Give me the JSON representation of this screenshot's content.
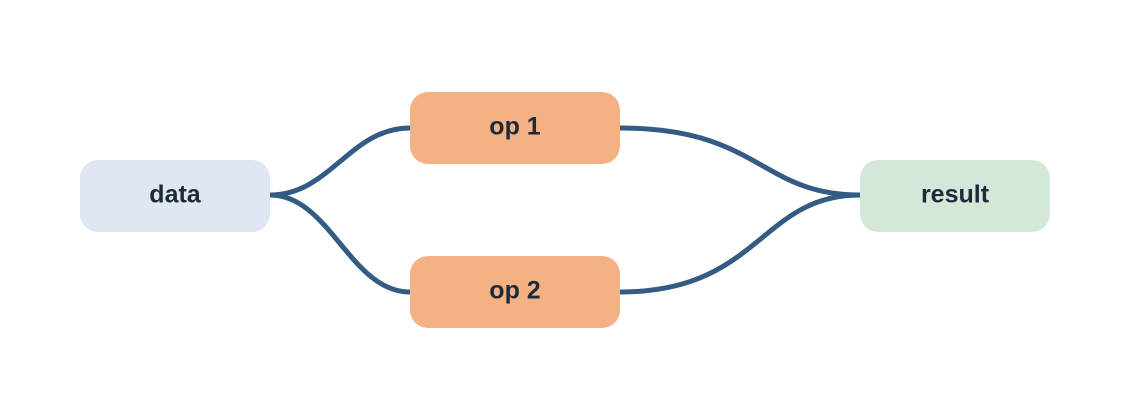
{
  "diagram": {
    "edge_color": "#335B84",
    "label_color": "#1E2A38",
    "nodes": {
      "data": {
        "label": "data",
        "color": "#DFE8F2"
      },
      "op1": {
        "label": "op 1",
        "color": "#F4B183"
      },
      "op2": {
        "label": "op 2",
        "color": "#F4B183"
      },
      "result": {
        "label": "result",
        "color": "#D3E8D9"
      }
    },
    "edges": [
      {
        "from": "data",
        "to": "op1"
      },
      {
        "from": "data",
        "to": "op2"
      },
      {
        "from": "op1",
        "to": "result"
      },
      {
        "from": "op2",
        "to": "result"
      }
    ]
  }
}
